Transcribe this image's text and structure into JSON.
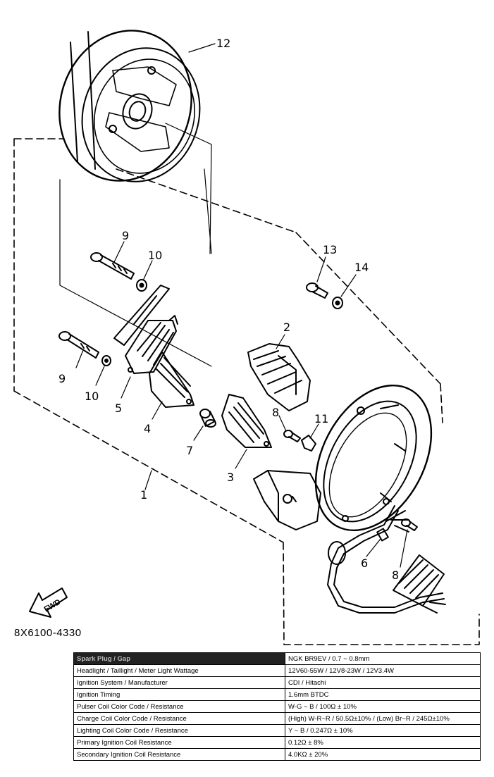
{
  "callouts": [
    "12",
    "9",
    "10",
    "13",
    "14",
    "2",
    "9",
    "10",
    "5",
    "4",
    "7",
    "8",
    "11",
    "3",
    "1",
    "6",
    "8"
  ],
  "fwd_label": "FWD",
  "part_number": "8X6100-4330",
  "spec_table": {
    "header_label": "Spark Plug / Gap",
    "header_value": "NGK BR9EV / 0.7 ~ 0.8mm",
    "rows": [
      {
        "label": "Headlight / Taillight / Meter Light Wattage",
        "value": "12V60-55W / 12V8-23W / 12V3.4W"
      },
      {
        "label": "Ignition System / Manufacturer",
        "value": "CDI / Hitachi"
      },
      {
        "label": "Ignition Timing",
        "value": "1.6mm BTDC"
      },
      {
        "label": "Pulser Coil Color Code / Resistance",
        "value": "W-G ~ B / 100Ω ± 10%"
      },
      {
        "label": "Charge Coil Color Code / Resistance",
        "value": "(High) W-R~R / 50.5Ω±10% / (Low) Br~R / 245Ω±10%"
      },
      {
        "label": "Lighting Coil Color Code / Resistance",
        "value": "Y ~ B / 0.247Ω ± 10%"
      },
      {
        "label": "Primary Ignition Coil Resistance",
        "value": "0.12Ω ± 8%"
      },
      {
        "label": "Secondary Ignition Coil Resistance",
        "value": "4.0KΩ ± 20%"
      }
    ]
  }
}
